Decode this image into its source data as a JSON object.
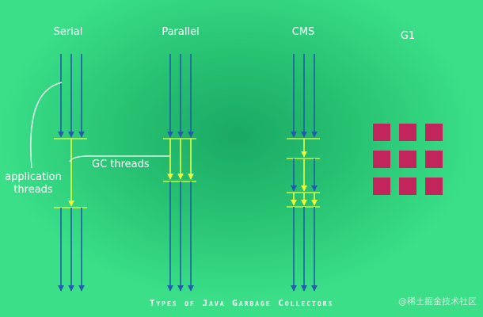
{
  "collectors": [
    {
      "name": "Serial"
    },
    {
      "name": "Parallel"
    },
    {
      "name": "CMS"
    },
    {
      "name": "G1"
    }
  ],
  "labels": {
    "application_threads": "application\nthreads",
    "gc_threads": "GC threads"
  },
  "caption": "Types of Java Garbage Collectors",
  "watermark": "@稀土掘金技术社区",
  "colors": {
    "background": "#2ecc7a",
    "application_thread": "#1f5ea8",
    "gc_thread": "#e8ff3a",
    "g1_region": "#c2255c",
    "text": "#ffffff"
  },
  "g1_regions": {
    "rows": 3,
    "cols": 3
  }
}
